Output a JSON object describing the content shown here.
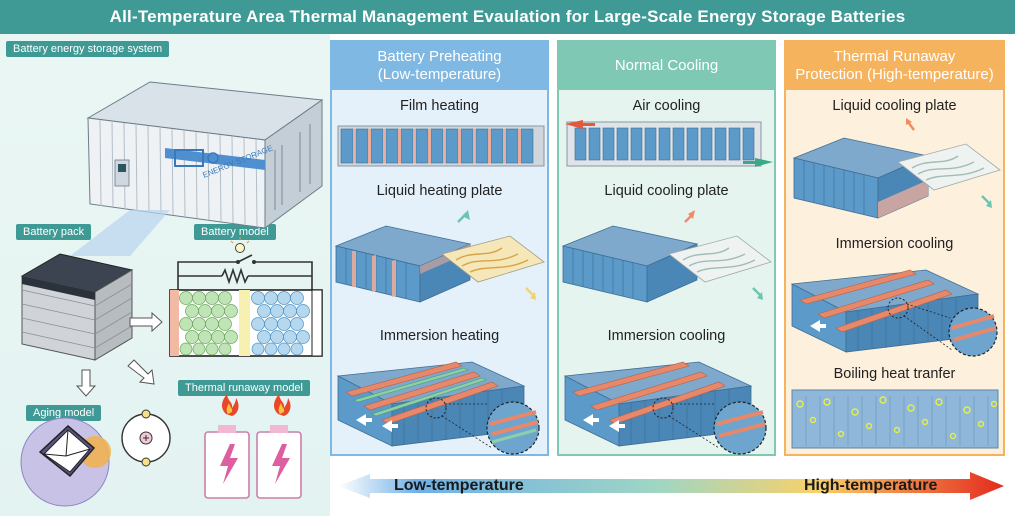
{
  "title": "All-Temperature Area Thermal Management Evaulation for Large-Scale Energy Storage Batteries",
  "left": {
    "bess_label": "Battery energy storage system",
    "container_text": "ENERGY STORAGE",
    "pack_label": "Battery pack",
    "model_label": "Battery model",
    "aging_label": "Aging model",
    "runaway_label": "Thermal runaway model"
  },
  "panels": [
    {
      "header": "Battery Preheating\n(Low-temperature)",
      "sections": [
        "Film heating",
        "Liquid heating plate",
        "Immersion heating"
      ]
    },
    {
      "header": "Normal Cooling",
      "sections": [
        "Air cooling",
        "Liquid cooling plate",
        "Immersion cooling"
      ]
    },
    {
      "header": "Thermal Runaway\nProtection (High-temperature)",
      "sections": [
        "Liquid cooling plate",
        "Immersion cooling",
        "Boiling heat tranfer"
      ]
    }
  ],
  "temperature_scale": {
    "low": "Low-temperature",
    "high": "High-temperature"
  },
  "colors": {
    "teal": "#3f9a95",
    "preheat_panel": "#7fb8e2",
    "cooling_panel": "#7fc9b4",
    "runaway_panel": "#f6b35e"
  }
}
